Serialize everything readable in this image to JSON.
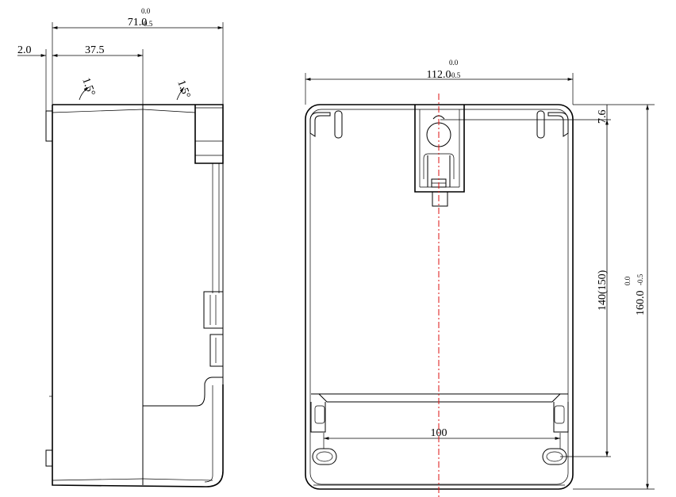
{
  "side_view": {
    "overall_width": "71.0",
    "overall_tol_upper": "0.0",
    "overall_tol_lower": "-0.5",
    "flange": "2.0",
    "depth": "37.5",
    "angle_left": "1.5°",
    "angle_right": "1.5°"
  },
  "front_view": {
    "width": "112.0",
    "width_tol_upper": "0.0",
    "width_tol_lower": "-0.5",
    "top_offset": "7.6",
    "hole_spacing_vertical": "140(150)",
    "height": "160.0",
    "height_tol_upper": "0.0",
    "height_tol_lower": "-0.5",
    "hole_spacing_horizontal": "100"
  },
  "colors": {
    "line": "#000000",
    "centerline": "#dd1111"
  }
}
